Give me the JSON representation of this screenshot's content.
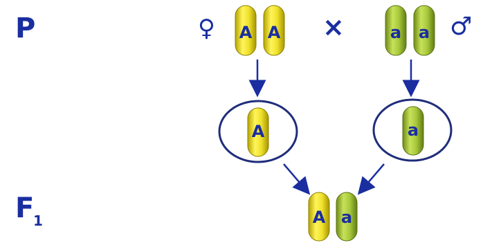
{
  "rows": {
    "parent_label": "P",
    "f1_label": {
      "main": "F",
      "sub": "1"
    }
  },
  "parents": {
    "female_symbol": "♀",
    "male_symbol": "♂",
    "cross_symbol": "×",
    "female_alleles": [
      "A",
      "A"
    ],
    "male_alleles": [
      "a",
      "a"
    ]
  },
  "gametes": {
    "female": "A",
    "male": "a"
  },
  "offspring": {
    "alleles": [
      "A",
      "a"
    ]
  },
  "colors": {
    "text_blue": "#1a2ea0",
    "arrow_blue": "#1a2ea0",
    "circle_blue": "#1f2d7a",
    "dominant_yellow": "#f0e23a",
    "recessive_olive": "#a7c83c"
  }
}
